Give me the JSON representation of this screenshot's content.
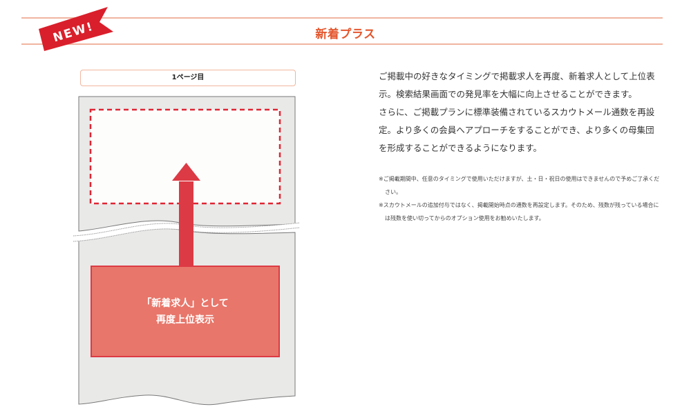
{
  "header": {
    "badge": "NEW!",
    "title": "新着プラス"
  },
  "diagram": {
    "page_label": "1ページ目",
    "result_line1": "「新着求人」として",
    "result_line2": "再度上位表示"
  },
  "description": {
    "paragraph1": "ご掲載中の好きなタイミングで掲載求人を再度、新着求人として上位表示。検索結果画面での発見率を大幅に向上させることができます。",
    "paragraph2": "さらに、ご掲載プランに標準装備されているスカウトメール通数を再設定。より多くの会員へアプローチをすることができ、より多くの母集団を形成することができるようになります。"
  },
  "notes": [
    "※ご掲載期間中、任意のタイミングで使用いただけますが、土・日・祝日の使用はできませんので予めご了承ください。",
    "※スカウトメールの追加付与ではなく、掲載開始時点の通数を再設定します。そのため、残数が残っている場合には残数を使い切ってからのオプション使用をお勧めいたします。"
  ],
  "colors": {
    "accent_orange": "#e4572e",
    "header_line": "#f0b49f",
    "ribbon_red": "#d91f2b",
    "arrow_red": "#dc3a45",
    "result_fill": "#e8766a",
    "page_gray": "#e9e9e8"
  }
}
